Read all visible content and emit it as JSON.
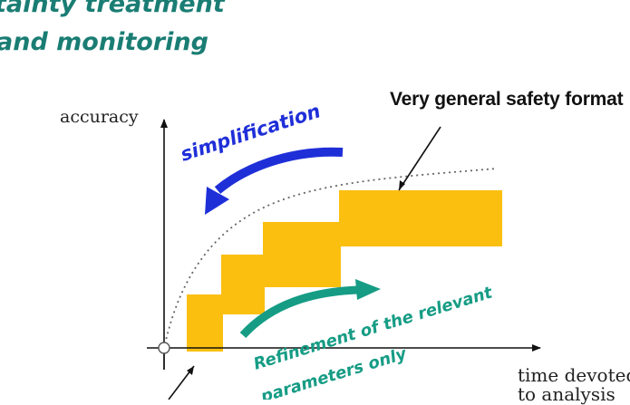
{
  "header": {
    "title_line1": "tainty treatment",
    "title_line2": "and monitoring"
  },
  "diagram": {
    "y_axis_label": "accuracy",
    "x_axis_label_line1": "time devoted",
    "x_axis_label_line2": "to analysis",
    "simplification_label": "simplification",
    "safety_format_label": "Very general safety format",
    "refinement_label_line1": "Refinement of the relevant",
    "refinement_label_line2": "parameters only",
    "colors": {
      "steps": "#fbbf10",
      "simplification_arrow": "#1f2fd8",
      "refinement_arrow": "#169c85",
      "title": "#1a7d74",
      "axes": "#111111",
      "curve": "#666666"
    }
  }
}
